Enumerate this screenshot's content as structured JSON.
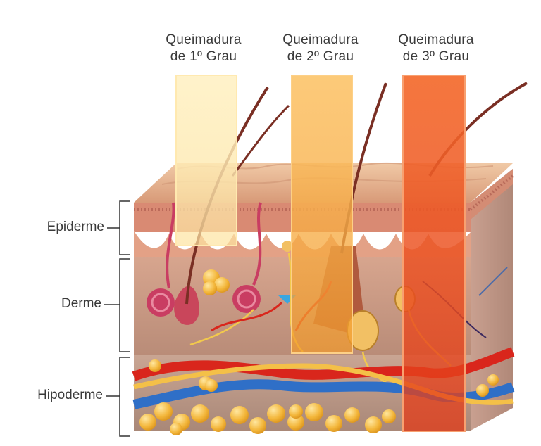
{
  "burns": [
    {
      "line1": "Queimadura",
      "line2": "de 1º Grau",
      "color": "#fde3a0"
    },
    {
      "line1": "Queimadura",
      "line2": "de 2º Grau",
      "color": "#f7a232"
    },
    {
      "line1": "Queimadura",
      "line2": "de 3º Grau",
      "color": "#e8411d"
    }
  ],
  "layers": [
    {
      "label": "Epiderme"
    },
    {
      "label": "Derme"
    },
    {
      "label": "Hipoderme"
    }
  ],
  "colors": {
    "skin_surface": "#e4b08c",
    "epidermis": "#d98a73",
    "dermis": "#c79a86",
    "fat": "#f3b63a",
    "artery": "#d9261c",
    "vein": "#2f6fc7",
    "nerve": "#f2c94c"
  }
}
